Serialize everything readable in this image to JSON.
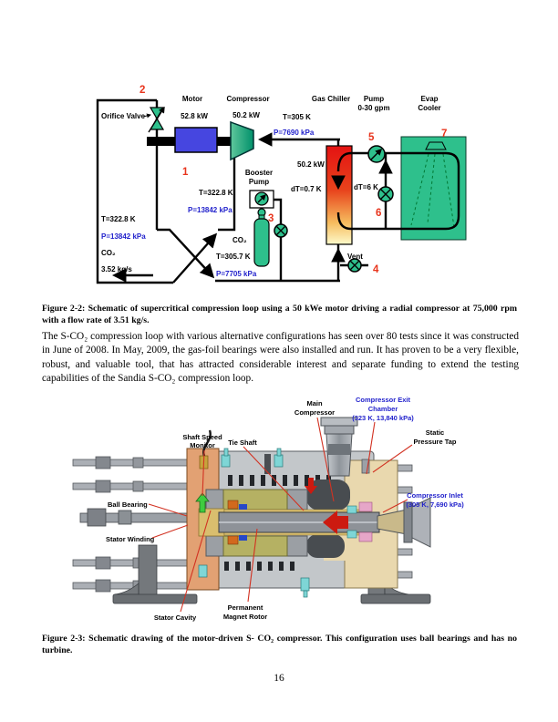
{
  "page": {
    "number": "16"
  },
  "colors": {
    "loop_green": "#2ec08c",
    "motor_blue": "#4646e0",
    "chiller_red_top": "#e41212",
    "chiller_yellow_bottom": "#fdfaca",
    "pressure_value_blue": "#2222cc",
    "component_number_red": "#e8341c",
    "leader_line_red": "#d23222",
    "stator_olive": "#b5b163",
    "housing_tan": "#e9d8ae",
    "end_bell_copper": "#e2a173"
  },
  "figure_loop": {
    "components": {
      "motor": "Motor",
      "motor_power": "52.8 kW",
      "compressor": "Compressor",
      "compressor_power": "50.2 kW",
      "gas_chiller": "Gas Chiller",
      "gas_chiller_power": "50.2 kW",
      "gas_chiller_dT": "dT=0.7 K",
      "pump": [
        "Pump",
        "0-30 gpm"
      ],
      "evap_cooler": [
        "Evap",
        "Cooler"
      ],
      "orifice_valve": "Orifice Valve",
      "booster_pump": [
        "Booster",
        "Pump"
      ],
      "co2_bottle": "CO₂",
      "vent": "Vent",
      "loop_dT": "dT=6 K"
    },
    "values": {
      "t_inlet": "T=305 K",
      "p_inlet": "P=7690 kPa",
      "t_discharge_mid": "T=322.8 K",
      "p_discharge_mid": "P=13842 kPa",
      "t_lp": "T=305.7 K",
      "p_lp": "P=7705 kPa",
      "t_discharge_left": "T=322.8 K",
      "p_discharge_left": "P=13842 kPa",
      "fluid": "CO₂",
      "flow_rate": "3.52 kg/s"
    },
    "numbers": [
      "1",
      "2",
      "3",
      "4",
      "5",
      "6",
      "7"
    ],
    "caption": "Figure 2-2: Schematic of supercritical compression loop using a 50 kWe motor driving a radial compressor at 75,000 rpm with a flow rate of 3.51 kg/s."
  },
  "paragraph": "The S-CO₂ compression loop with various alternative configurations has seen over 80 tests since it was constructed in June of 2008. In May, 2009, the gas-foil bearings were also installed and run.  It has proven to be a very flexible, robust, and valuable tool, that has attracted considerable interest and separate funding to extend the testing capabilities of the Sandia S-CO₂ compression loop.",
  "figure_compressor": {
    "labels": {
      "shaft_speed_monitor": [
        "Shaft Speed",
        "Monitor"
      ],
      "tie_shaft": "Tie Shaft",
      "main_compressor": [
        "Main",
        "Compressor"
      ],
      "exit_chamber": [
        "Compressor Exit",
        "Chamber",
        "(323 K, 13,840 kPa)"
      ],
      "static_tap": [
        "Static",
        "Pressure Tap"
      ],
      "inlet": [
        "Compressor Inlet",
        "(305 K, 7,690 kPa)"
      ],
      "ball_bearing": "Ball Bearing",
      "stator_winding": "Stator Winding",
      "stator_cavity": "Stator Cavity",
      "magnet_rotor": [
        "Permanent",
        "Magnet Rotor"
      ]
    },
    "caption": "Figure 2-3:  Schematic drawing of the motor-driven S- CO₂ compressor.  This configuration uses ball bearings and has no turbine."
  }
}
